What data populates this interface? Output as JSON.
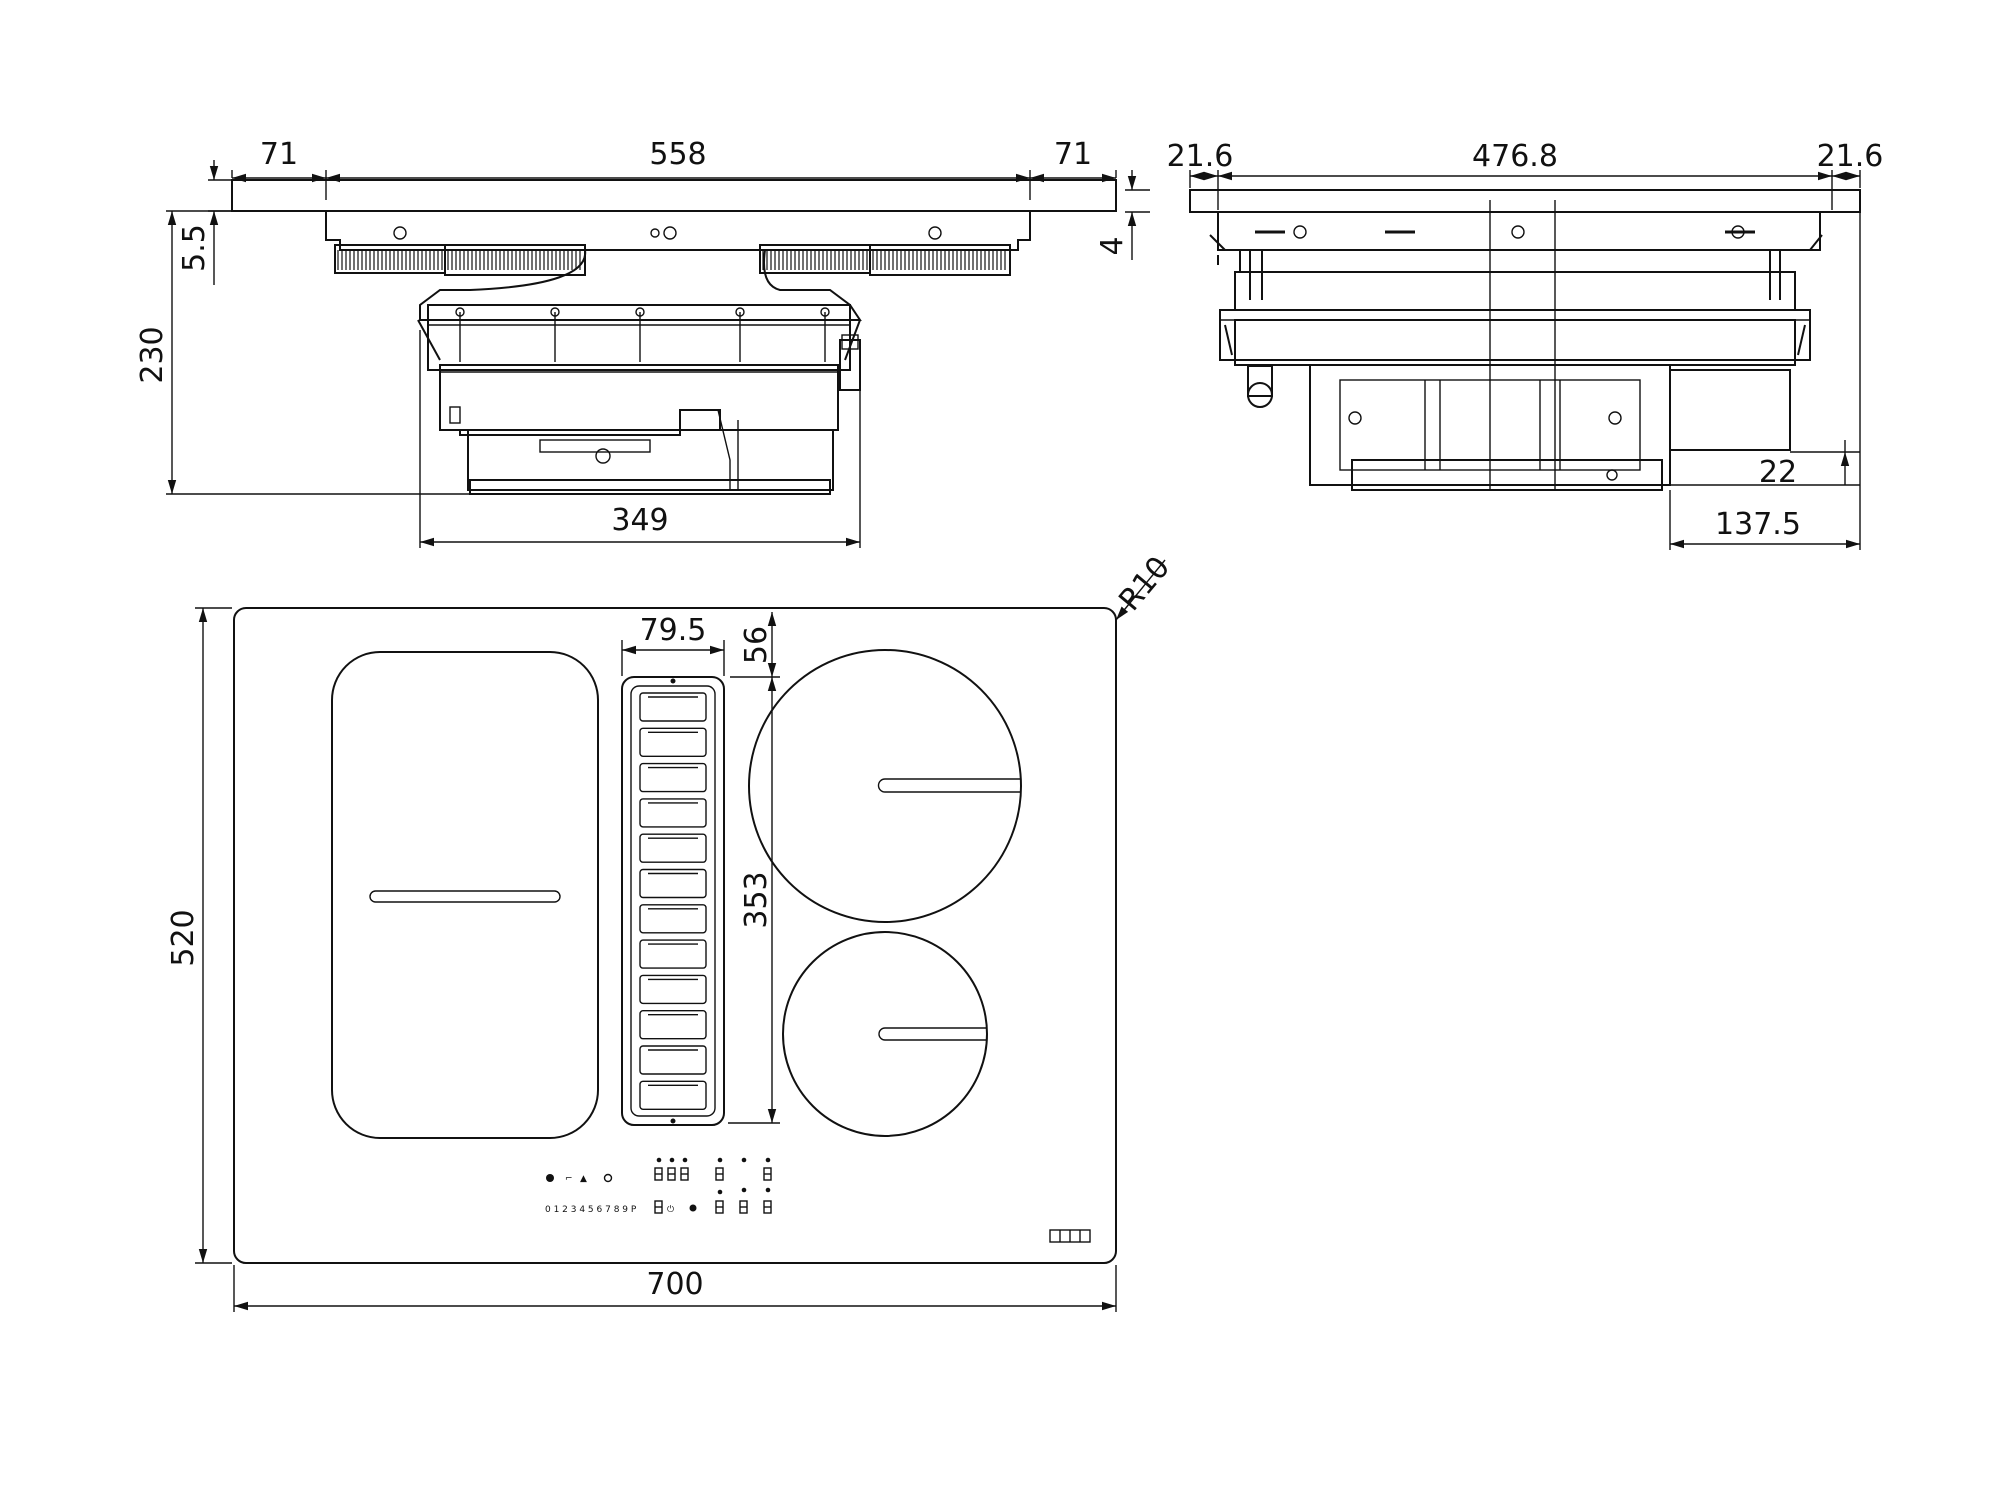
{
  "front_view": {
    "width_left": "71",
    "width_center": "558",
    "width_right": "71",
    "glass_thickness": "5.5",
    "total_height": "230",
    "body_width": "349"
  },
  "side_view": {
    "depth_left": "21.6",
    "depth_center": "476.8",
    "depth_right": "21.6",
    "glass_thickness": "4",
    "bottom_offset": "22",
    "rear_offset": "137.5"
  },
  "top_view": {
    "corner_radius": "R10",
    "total_width": "700",
    "total_depth": "520",
    "vent_width": "79.5",
    "vent_offset": "56",
    "vent_length": "353",
    "control_panel": {
      "power_levels": "0 1 2 3 4 5 6 7 8 9 P"
    }
  }
}
